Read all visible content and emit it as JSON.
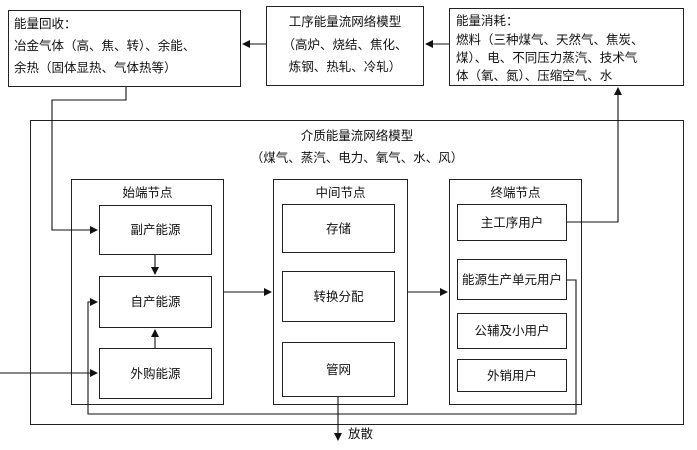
{
  "top": {
    "recovery": {
      "title": "能量回收：",
      "line1": "冶金气体（高、焦、转）、余能、",
      "line2": "余热（固体显热、气体热等）"
    },
    "process_model": {
      "title": "工序能量流网络模型",
      "line1": "（高炉、烧结、焦化、",
      "line2": "炼钢、热轧、冷轧）"
    },
    "consumption": {
      "title": "能量消耗：",
      "line1": "燃料（三种煤气、天然气、焦炭、",
      "line2": "煤）、电、不同压力蒸汽、技术气",
      "line3": "体（氧、氮）、压缩空气、水"
    }
  },
  "medium_model": {
    "title": "介质能量流网络模型",
    "subtitle": "（煤气、蒸汽、电力、氧气、水、风）"
  },
  "start_nodes": {
    "title": "始端节点",
    "items": [
      "副产能源",
      "自产能源",
      "外购能源"
    ]
  },
  "mid_nodes": {
    "title": "中间节点",
    "items": [
      "存储",
      "转换分配",
      "管网"
    ]
  },
  "end_nodes": {
    "title": "终端节点",
    "items": [
      "主工序用户",
      "能源生产单元用户",
      "公辅及小用户",
      "外销用户"
    ]
  },
  "release_label": "放散"
}
